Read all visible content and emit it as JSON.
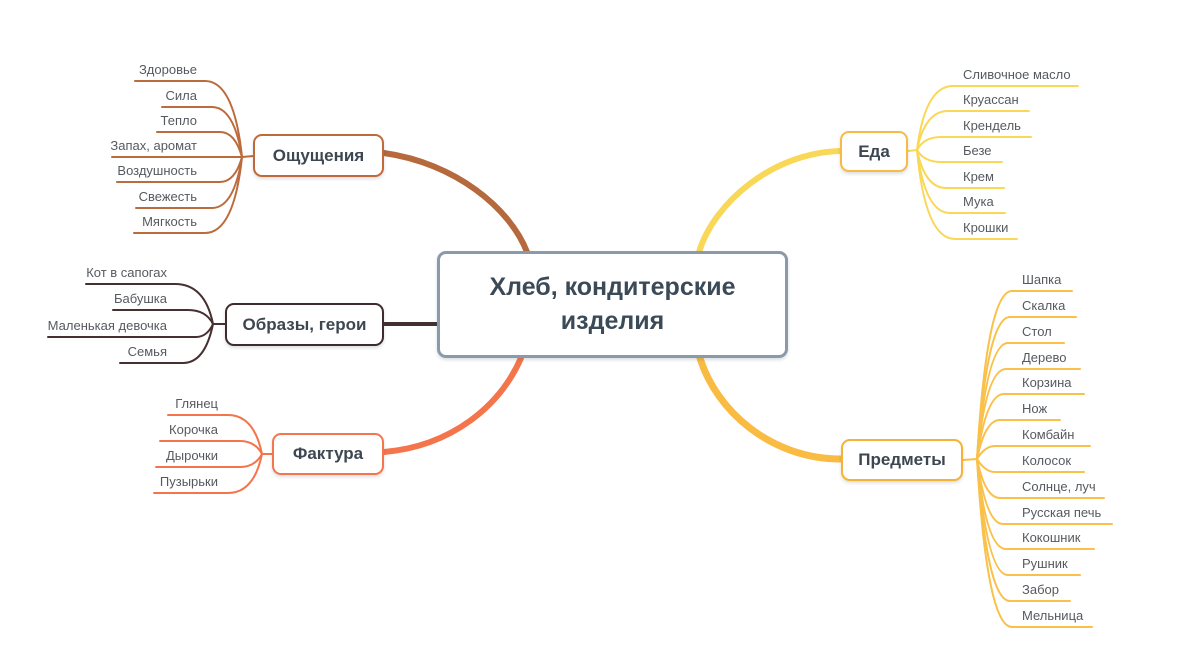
{
  "central": {
    "title": "Хлеб, кондитерские изделия"
  },
  "branches": [
    {
      "label": "Ощущения",
      "color": "#bc6b3d",
      "children": [
        "Здоровье",
        "Сила",
        "Тепло",
        "Запах, аромат",
        "Воздушность",
        "Свежесть",
        "Мягкость"
      ]
    },
    {
      "label": "Образы, герои",
      "color": "#463031",
      "children": [
        "Кот в сапогах",
        "Бабушка",
        "Маленькая девочка",
        "Семья"
      ]
    },
    {
      "label": "Фактура",
      "color": "#f4754b",
      "children": [
        "Глянец",
        "Корочка",
        "Дырочки",
        "Пузырьки"
      ]
    },
    {
      "label": "Еда",
      "color": "#f9d857",
      "children": [
        "Сливочное масло",
        "Круассан",
        "Крендель",
        "Безе",
        "Крем",
        "Мука",
        "Крошки"
      ]
    },
    {
      "label": "Предметы",
      "color": "#f9c04a",
      "children": [
        "Шапка",
        "Скалка",
        "Стол",
        "Дерево",
        "Корзина",
        "Нож",
        "Комбайн",
        "Колосок",
        "Солнце, луч",
        "Русская печь",
        "Кокошник",
        "Рушник",
        "Забор",
        "Мельница"
      ]
    }
  ],
  "colors": {
    "background": "#ffffff",
    "central_border": "#8b9aab",
    "central_text": "#3b4a57",
    "topic_text": "#3d4751",
    "leaf_text": "#565a5f",
    "sensations_branch": "#bc6b3d",
    "images_branch": "#463031",
    "texture_branch": "#f4754b",
    "food_branch": "#f9d857",
    "food_node_border": "#f7bb45",
    "objects_branch": "#f9c04a",
    "objects_node_border": "#f5b234"
  }
}
